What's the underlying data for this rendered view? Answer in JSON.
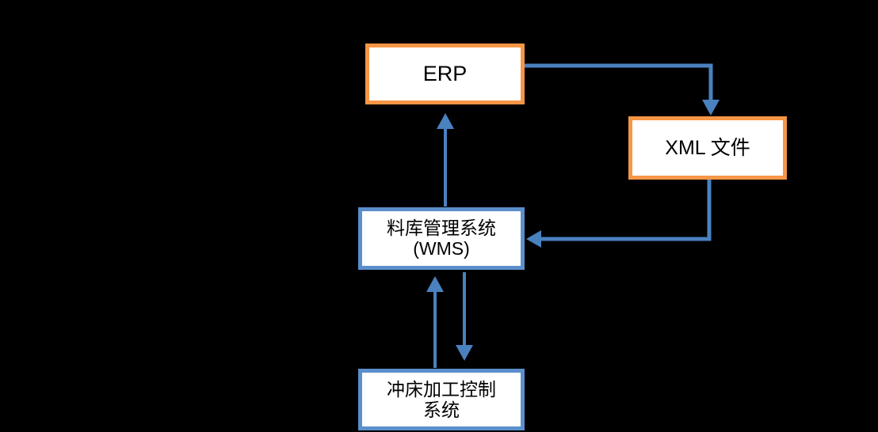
{
  "diagram": {
    "title": "",
    "background_color": "#000000",
    "colors": {
      "orange_border": "#F79646",
      "blue_border": "#5B8FCB",
      "arrow_blue": "#4A81BF",
      "node_fill": "#FFFFFF",
      "text": "#000000"
    },
    "nodes": [
      {
        "id": "erp",
        "label": "ERP",
        "border_color": "#F79646"
      },
      {
        "id": "xml",
        "label": "XML 文件",
        "border_color": "#F79646"
      },
      {
        "id": "wms",
        "label": "料库管理系统\n(WMS)",
        "border_color": "#5B8FCB"
      },
      {
        "id": "punch",
        "label": "冲床加工控制\n系统",
        "border_color": "#5B8FCB"
      }
    ],
    "edges": [
      {
        "id": "erp-to-xml",
        "from": "ERP",
        "to": "XML 文件",
        "label": "",
        "style": "elbow-right-down"
      },
      {
        "id": "xml-to-wms",
        "from": "XML 文件",
        "to": "料库管理系统(WMS)",
        "label": "",
        "style": "elbow-down-left"
      },
      {
        "id": "wms-to-erp",
        "from": "料库管理系统(WMS)",
        "to": "ERP",
        "label": "",
        "style": "straight-up"
      },
      {
        "id": "punch-to-wms",
        "from": "冲床加工控制系统",
        "to": "料库管理系统(WMS)",
        "label": "",
        "style": "straight-up"
      },
      {
        "id": "wms-to-punch",
        "from": "料库管理系统(WMS)",
        "to": "冲床加工控制系统",
        "label": "",
        "style": "straight-down"
      }
    ]
  }
}
